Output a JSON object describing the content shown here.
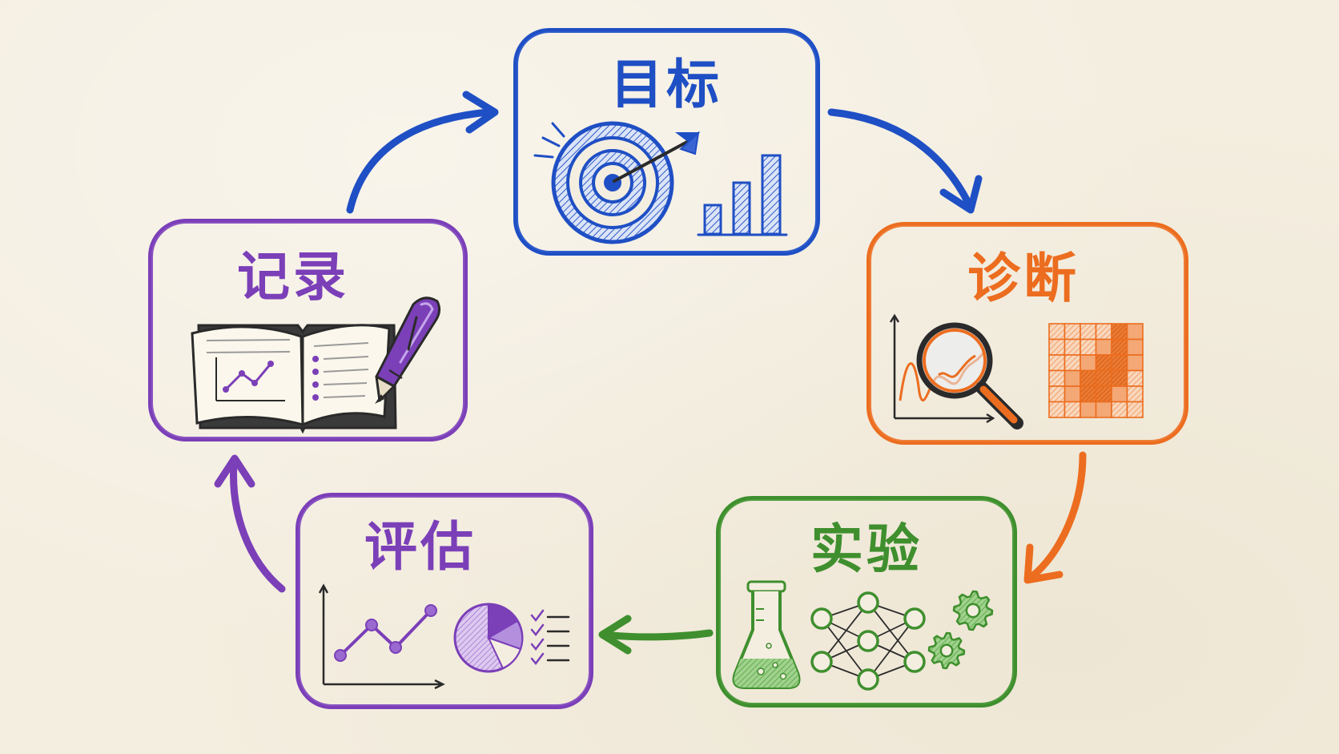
{
  "cycle": {
    "stages": [
      {
        "id": "goal",
        "label": "目标",
        "icons": [
          "target-icon",
          "bar-chart-icon"
        ],
        "color": "#1f4fc4"
      },
      {
        "id": "diagnose",
        "label": "诊断",
        "icons": [
          "magnifier-icon",
          "heatmap-grid-icon"
        ],
        "color": "#ec6d1f"
      },
      {
        "id": "experiment",
        "label": "实验",
        "icons": [
          "flask-icon",
          "neural-network-icon",
          "gears-icon"
        ],
        "color": "#3f8f2e"
      },
      {
        "id": "evaluate",
        "label": "评估",
        "icons": [
          "line-chart-icon",
          "pie-chart-icon",
          "checklist-icon"
        ],
        "color": "#7b3fb8"
      },
      {
        "id": "record",
        "label": "记录",
        "icons": [
          "notebook-icon",
          "pen-icon"
        ],
        "color": "#7b3fb8"
      }
    ],
    "arrow_colors": {
      "record_to_goal": "#1f4fc4",
      "goal_to_diagnose": "#1f4fc4",
      "diagnose_to_experiment": "#ec6d1f",
      "experiment_to_evaluate": "#3f8f2e",
      "evaluate_to_record": "#7b3fb8"
    },
    "background": "#f4eee0"
  }
}
